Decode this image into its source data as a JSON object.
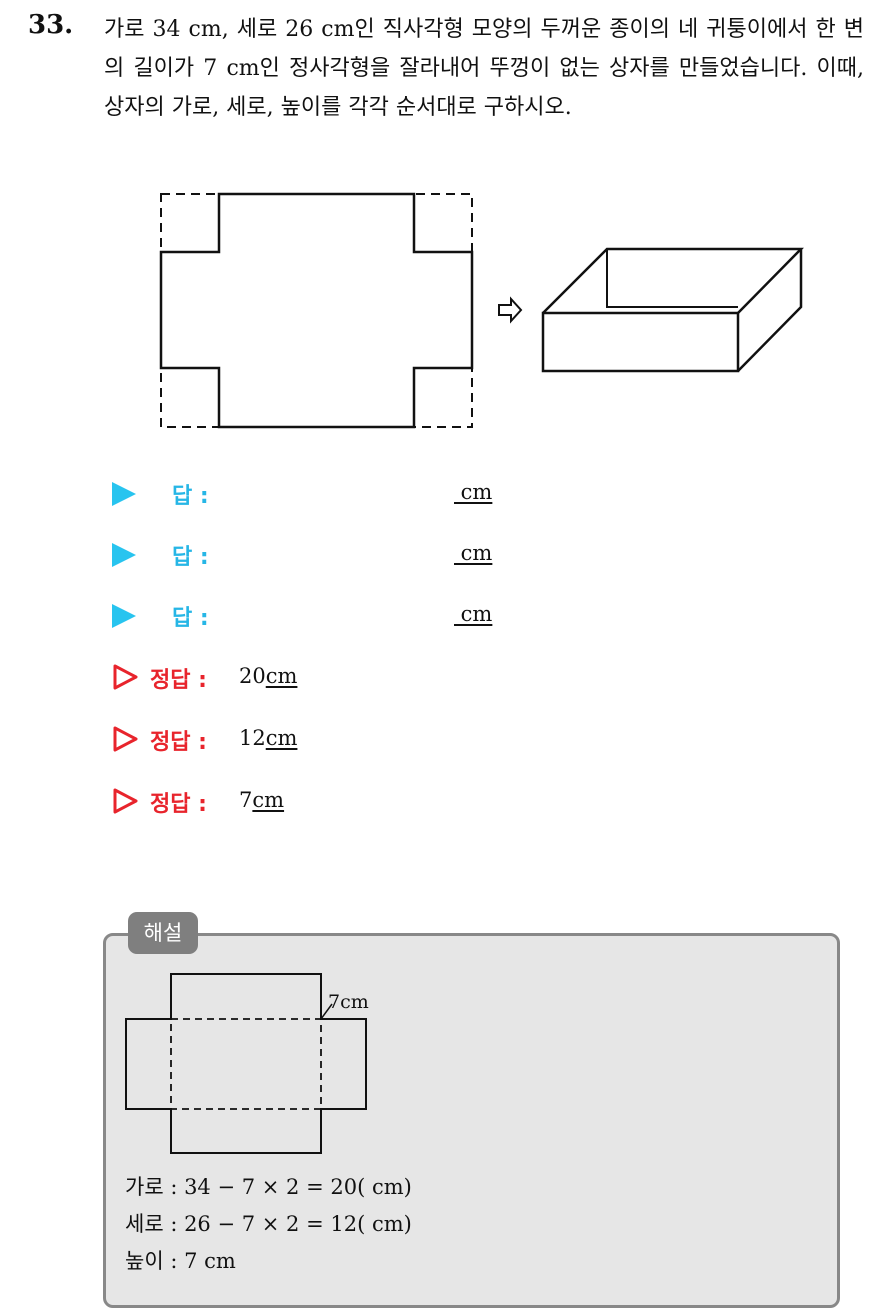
{
  "question": {
    "number": "33.",
    "text": "가로 34 cm, 세로 26 cm인 직사각형 모양의 두꺼운 종이의 네 귀퉁이에서 한 변의 길이가 7 cm인 정사각형을 잘라내어 뚜껑이 없는 상자를 만들었습니다. 이때, 상자의 가로, 세로, 높이를 각각 순서대로 구하시오."
  },
  "answers": [
    {
      "label": "답 :",
      "unit": " cm"
    },
    {
      "label": "답 :",
      "unit": " cm"
    },
    {
      "label": "답 :",
      "unit": " cm"
    }
  ],
  "correct": [
    {
      "label": "정답 :",
      "value": "20",
      "unit": "cm"
    },
    {
      "label": "정답 :",
      "value": "12",
      "unit": "cm"
    },
    {
      "label": "정답 :",
      "value": "7",
      "unit": "cm"
    }
  ],
  "solution": {
    "tag": "해설",
    "figure_label": "7cm",
    "lines": [
      "가로 : 34 − 7 × 2 = 20( cm)",
      "세로 : 26 − 7 × 2 = 12( cm)",
      "높이 : 7 cm"
    ]
  },
  "colors": {
    "answer_accent": "#28c4ef",
    "correct_accent": "#e8242c",
    "solution_bg": "#e6e6e6",
    "solution_border": "#888888"
  }
}
